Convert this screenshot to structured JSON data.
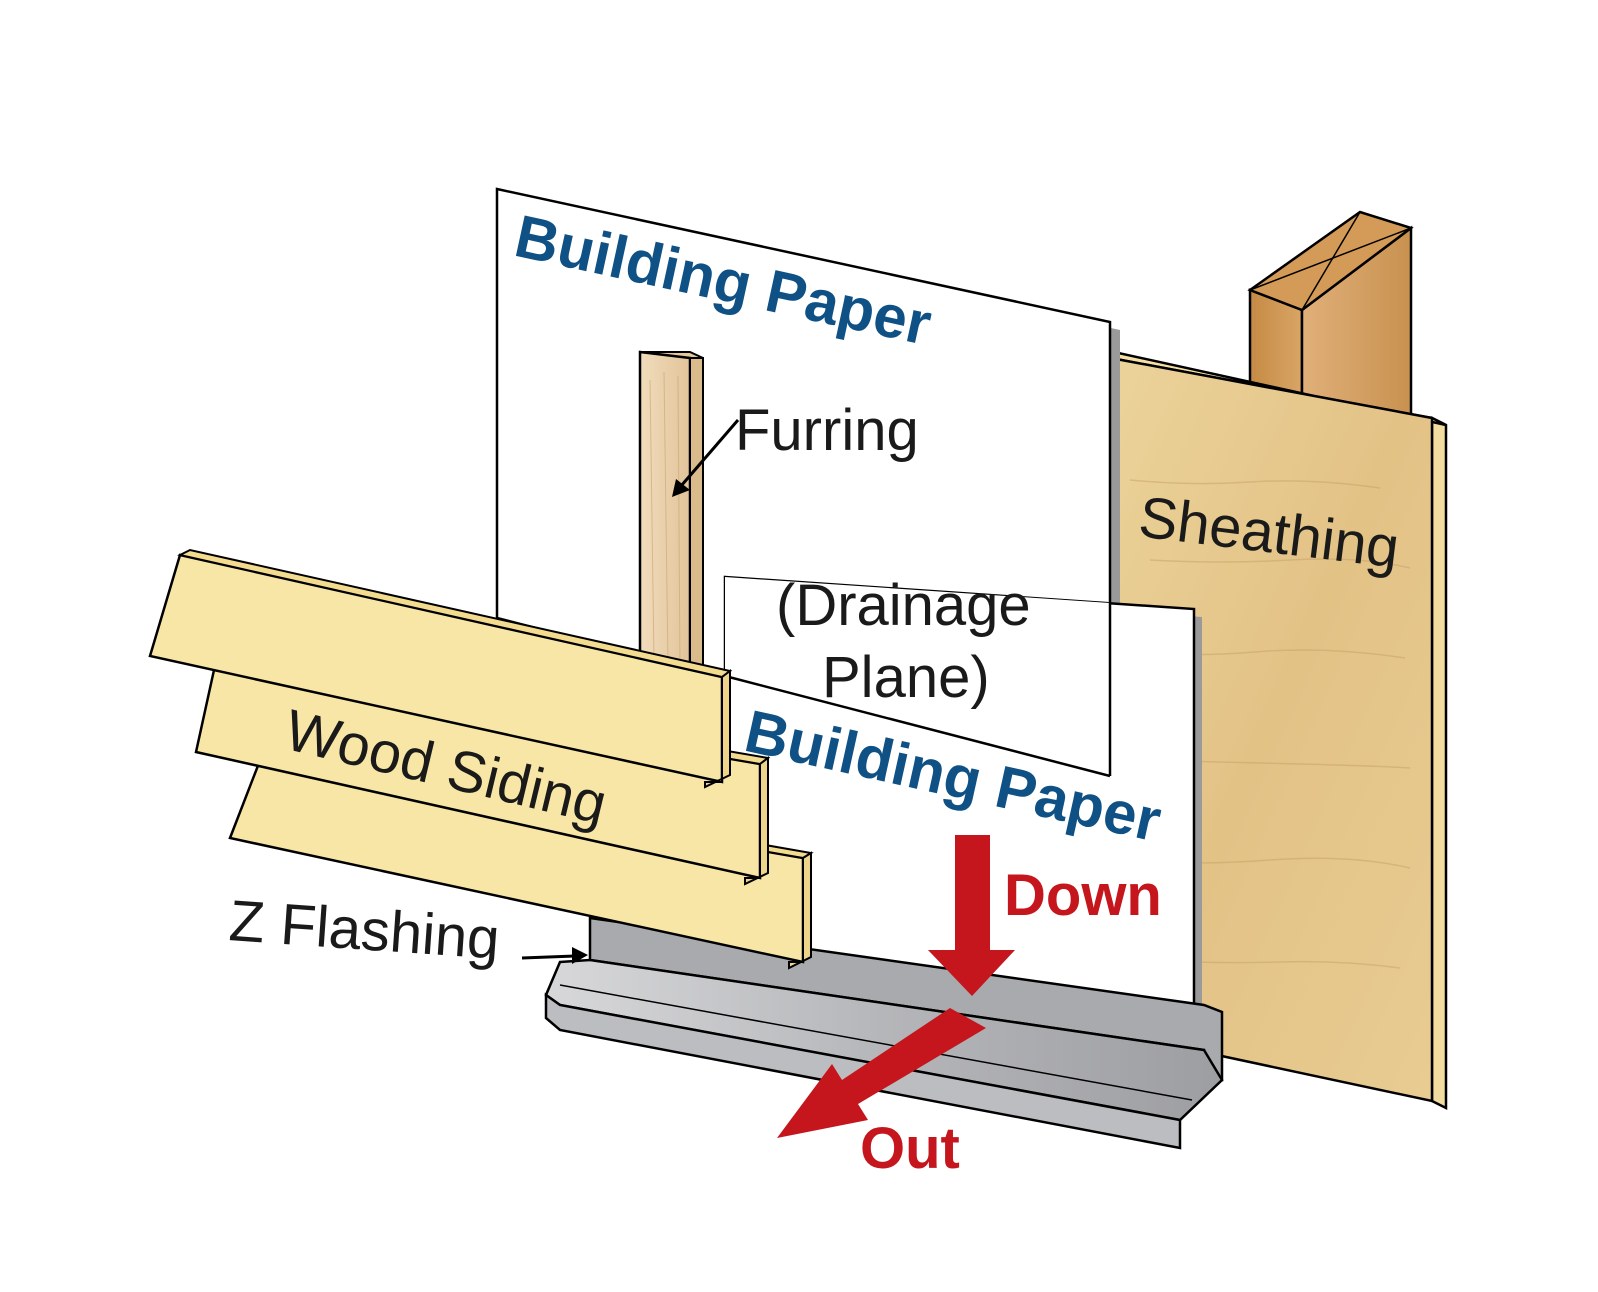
{
  "labels": {
    "building_paper_upper": "Building Paper",
    "building_paper_lower": "Building Paper",
    "furring": "Furring",
    "drainage_plane_line1": "(Drainage",
    "drainage_plane_line2": "Plane)",
    "sheathing": "Sheathing",
    "wood_siding": "Wood Siding",
    "z_flashing": "Z Flashing",
    "down": "Down",
    "out": "Out"
  },
  "colors": {
    "label_text": "#1a1a1a",
    "building_paper_text": "#0f5185",
    "flow_arrow": "#c4161c",
    "wood_siding": "#f8e6a6",
    "sheathing": "#e6c78a",
    "stud": "#c98e4c",
    "furring": "#ecd3ac",
    "flashing": "#b2b3b6",
    "building_paper": "#ffffff"
  }
}
